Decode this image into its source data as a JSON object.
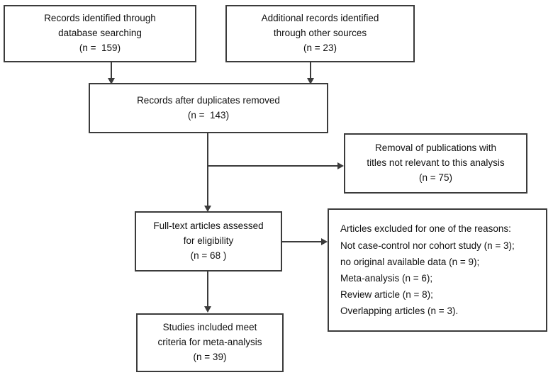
{
  "diagram": {
    "type": "prisma-flow-diagram",
    "colors": {
      "border": "#3b3b3b",
      "text": "#111111",
      "background": "#ffffff"
    },
    "boxes": {
      "database_records": {
        "lines": [
          "Records identified through",
          "database searching",
          "(n =  159)"
        ],
        "count": 159
      },
      "other_records": {
        "lines": [
          "Additional records identified",
          "through other sources",
          "(n = 23)"
        ],
        "count": 23
      },
      "after_duplicates": {
        "lines": [
          "Records after duplicates removed",
          "(n =  143)"
        ],
        "count": 143
      },
      "titles_removed": {
        "lines": [
          "Removal of publications with",
          "titles not relevant to this analysis",
          "(n = 75)"
        ],
        "count": 75
      },
      "full_text_assessed": {
        "lines": [
          "Full-text articles assessed",
          "for eligibility",
          "(n = 68 )"
        ],
        "count": 68
      },
      "articles_excluded": {
        "lines": [
          "Articles excluded for one of the reasons:",
          "Not case-control nor cohort study (n = 3);",
          "no original available data (n = 9);",
          "Meta-analysis (n = 6);",
          "Review article (n = 8);",
          "Overlapping articles (n = 3)."
        ],
        "reasons": [
          {
            "label": "Not case-control nor cohort study",
            "count": 3
          },
          {
            "label": "no original available data",
            "count": 9
          },
          {
            "label": "Meta-analysis",
            "count": 6
          },
          {
            "label": "Review article",
            "count": 8
          },
          {
            "label": "Overlapping articles",
            "count": 3
          }
        ]
      },
      "studies_included": {
        "lines": [
          "Studies included meet",
          "criteria for meta-analysis",
          "(n = 39)"
        ],
        "count": 39
      }
    }
  }
}
